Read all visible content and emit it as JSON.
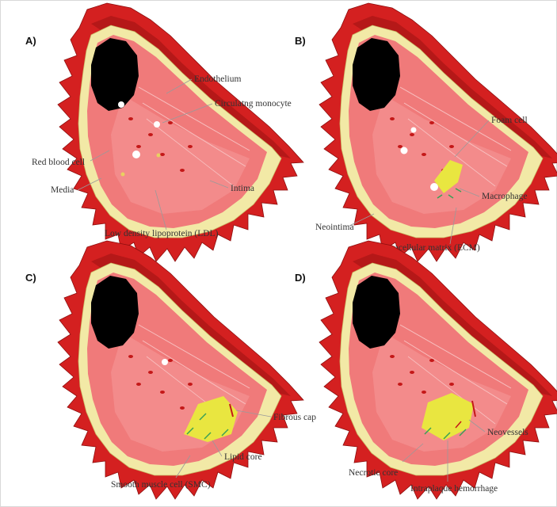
{
  "panels": [
    {
      "label": "A)",
      "annotations": [
        "Endothelium",
        "Circulatng monocyte",
        "Red blood cell",
        "Media",
        "Intima",
        "Low density lipoprotein (LDL)"
      ]
    },
    {
      "label": "B)",
      "annotations": [
        "Foam cell",
        "Macrophage",
        "Neointima",
        "Extracellular matrix (ECM)"
      ]
    },
    {
      "label": "C)",
      "annotations": [
        "Fibrous cap",
        "Lipid core",
        "Smooth muscle cell (SMC)"
      ]
    },
    {
      "label": "D)",
      "annotations": [
        "Neovessels",
        "Necrotic core",
        "Intraplaque hemorrhage"
      ]
    }
  ],
  "colors": {
    "media": "#d42020",
    "media_dark": "#a01010",
    "intima": "#f2e9a6",
    "lumen": "#f07a7a",
    "lumen_light": "#f6a3a3",
    "opening": "#000000",
    "plaque": "#e9e640",
    "smc": "#3aa055"
  }
}
